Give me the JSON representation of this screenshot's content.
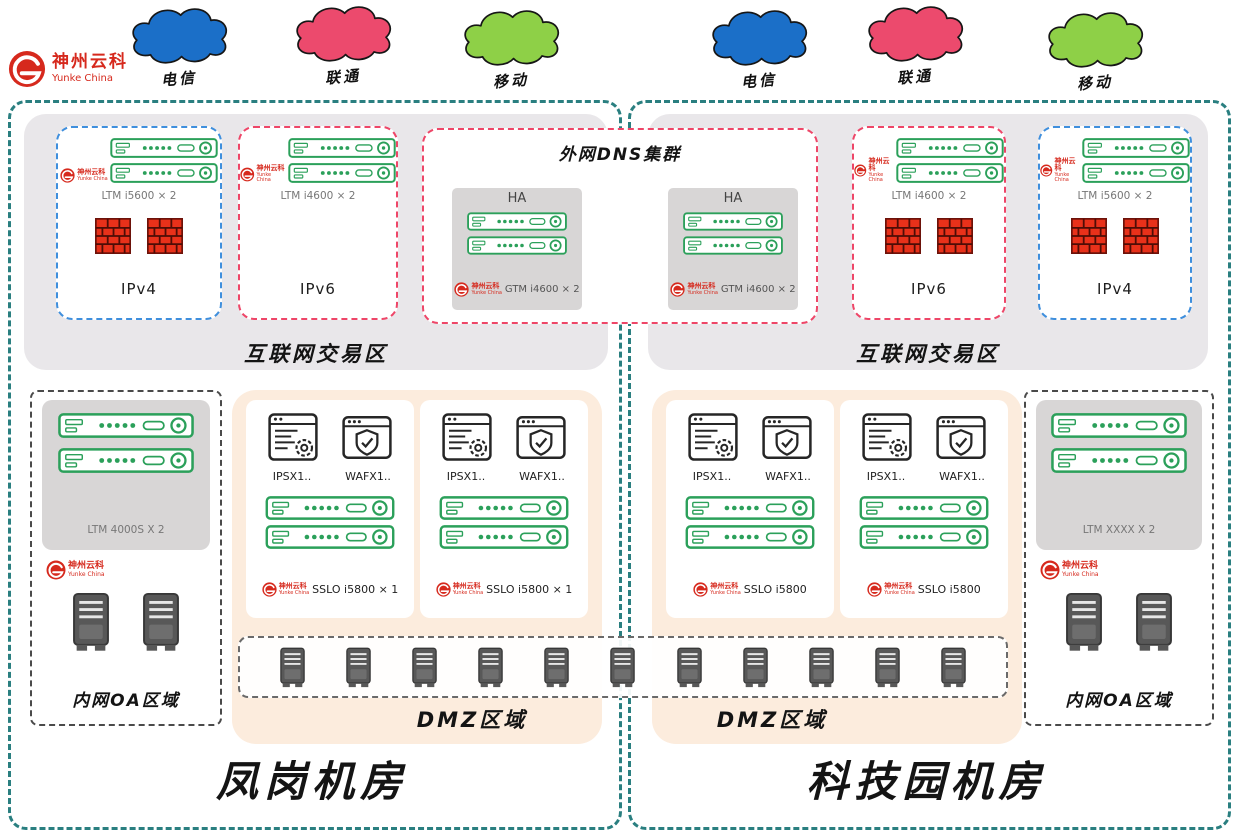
{
  "brand": {
    "name": "神州云科",
    "sub": "Yunke China"
  },
  "isps": {
    "telecom": "电信",
    "unicom": "联通",
    "mobile": "移动"
  },
  "dns": {
    "title": "外网DNS集群",
    "ha": "HA",
    "device": "GTM i4600 × 2"
  },
  "left": {
    "trading": "互联网交易区",
    "ipv4_device": "LTM i5600 × 2",
    "ipv4": "IPv4",
    "ipv6_device": "LTM i4600 × 2",
    "ipv6": "IPv6",
    "oa_device": "LTM 4000S X 2",
    "oa": "内网OA区域",
    "dmz": "DMZ区域",
    "ips": "IPSX1..",
    "waf": "WAFX1..",
    "sslo": "SSLO i5800 × 1",
    "name": "凤岗机房"
  },
  "right": {
    "trading": "互联网交易区",
    "ipv6_device": "LTM i4600 × 2",
    "ipv6": "IPv6",
    "ipv4_device": "LTM i5600 × 2",
    "ipv4": "IPv4",
    "oa_device": "LTM XXXX X 2",
    "oa": "内网OA区域",
    "dmz": "DMZ区域",
    "ips": "IPSX1..",
    "waf": "WAFX1..",
    "sslo": "SSLO i5800",
    "name": "科技园机房"
  },
  "colors": {
    "dc_border": "#2a7f80",
    "ipv4_border": "#3f8fdd",
    "ipv6_border": "#ee4668",
    "device_green": "#2ba05a",
    "dmz_bg": "#fcecdd",
    "zone_bg": "#e9e7ea",
    "ha_bg": "#d8d6d6",
    "firewall_red": "#e8311a",
    "cloud_telecom": "#1b6fc8",
    "cloud_unicom": "#ec4a6d",
    "cloud_mobile": "#8ed047",
    "logo_red": "#d6291d"
  }
}
